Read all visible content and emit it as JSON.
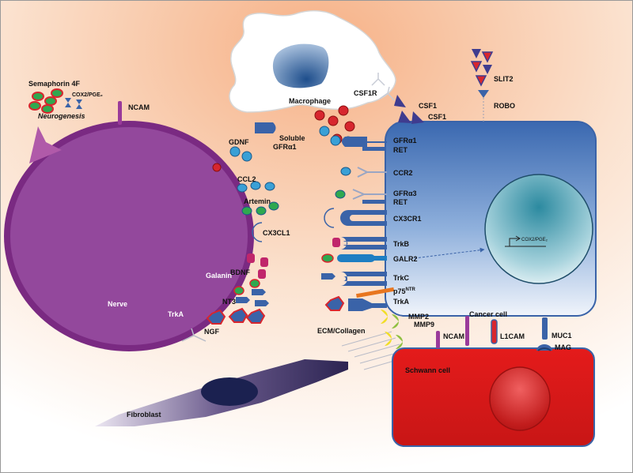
{
  "colors": {
    "nerve": "#7a2a82",
    "nerve_inner": "#93489c",
    "cancer": "#3f6fb8",
    "schwann": "#dd1f1f",
    "ligand_blue": "#3aa0d6",
    "ligand_green": "#2fa84f",
    "ligand_red": "#d7262e",
    "receptor": "#3a63a8",
    "triangle_blue": "#3f3c8f",
    "triangle_red": "#d7262e",
    "mmp_yellow": "#f1de27",
    "mmp_green": "#8fc040"
  },
  "labels": {
    "semaphorin": "Semaphorin 4F",
    "cox2_small": "COX2/PGE₂",
    "neurogenesis": "Neurogenesis",
    "ncam_nerve": "NCAM",
    "gdnf": "GDNF",
    "soluble": "Soluble",
    "gfra1_soluble": "GFRα1",
    "ccl2": "CCL2",
    "artemin": "Artemin",
    "cx3cl1": "CX3CL1",
    "bdnf": "BDNF",
    "galanin": "Galanin",
    "nt3": "NT3",
    "ngf": "NGF",
    "trka_nerve": "TrkA",
    "nerve": "Nerve",
    "macrophage": "Macrophage",
    "csf1r": "CSF1R",
    "csf1_a": "CSF1",
    "csf1_b": "CSF1",
    "slit2": "SLIT2",
    "robo": "ROBO",
    "gfra1": "GFRα1",
    "ret1": "RET",
    "ccr2": "CCR2",
    "gfra3": "GFRα3",
    "ret2": "RET",
    "cx3cr1": "CX3CR1",
    "trkb": "TrkB",
    "galr2": "GALR2",
    "trkc": "TrkC",
    "p75": "p75",
    "p75_sup": "NTR",
    "trka": "TrkA",
    "cox2_nucleus": "COX2/PGE₂",
    "mmp2": "MMP2",
    "mmp9": "MMP9",
    "ecm": "ECM/Collagen",
    "cancer_cell": "Cancer cell",
    "ncam_cancer": "NCAM",
    "l1cam": "L1CAM",
    "muc1": "MUC1",
    "mag": "MAG",
    "schwann": "Schwann cell",
    "fibroblast": "Fibroblast"
  }
}
